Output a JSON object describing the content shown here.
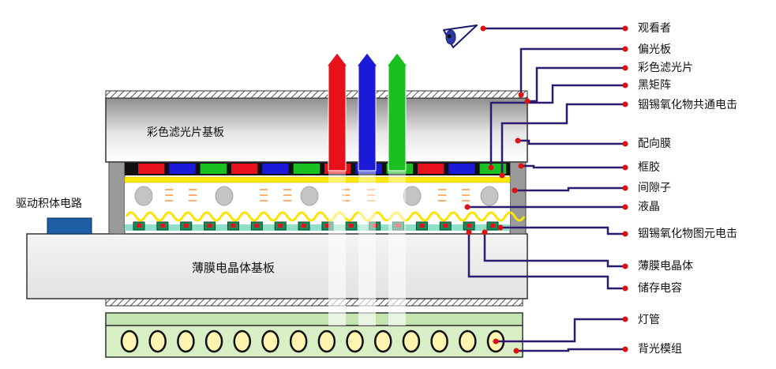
{
  "labels": {
    "viewer": "观看者",
    "polarizer": "偏光板",
    "color_filter": "彩色滤光片",
    "black_matrix": "黑矩阵",
    "ito_common": "铟锡氧化物共通电击",
    "alignment_film": "配向膜",
    "frame_glue": "框胶",
    "spacer": "间隙子",
    "liquid_crystal": "液晶",
    "ito_pixel": "铟锡氧化物图元电击",
    "tft": "薄膜电晶体",
    "storage_capacitor": "储存电容",
    "lamp": "灯管",
    "backlight_module": "背光模组",
    "cf_substrate": "彩色滤光片基板",
    "tft_substrate": "薄膜电晶体基板",
    "driver_circuit": "驱动积体电路"
  },
  "colors": {
    "leader_line": "#2e1a6e",
    "dot": "#e01010",
    "red": "#e8101a",
    "green": "#18c020",
    "blue": "#1a1ad8",
    "yellow": "#ffe800",
    "backlight": "#d8eec4",
    "lamp_fill": "#fff4b0",
    "driver_ic": "#1f5fa6"
  },
  "filter_sequence": [
    "red",
    "blue",
    "green",
    "red",
    "blue",
    "green",
    "red",
    "blue",
    "green",
    "red",
    "blue",
    "green"
  ],
  "arrows": [
    "red",
    "blue",
    "green"
  ],
  "lamp_count": 14,
  "tft_count": 16,
  "icons": {
    "viewer": "eye-icon"
  }
}
